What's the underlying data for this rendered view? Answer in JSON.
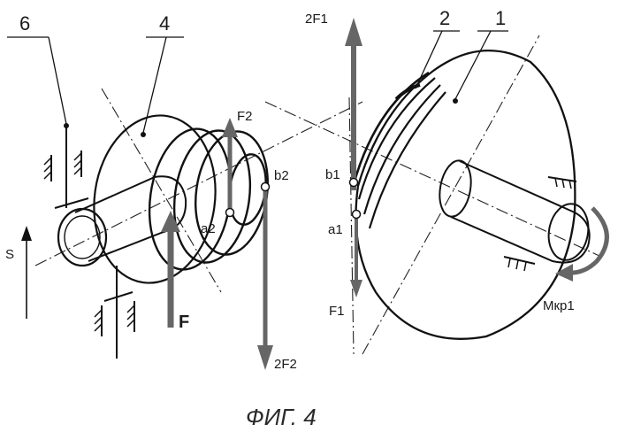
{
  "figure": {
    "caption": "ФИГ. 4",
    "labels": {
      "part1": "1",
      "part2": "2",
      "part4": "4",
      "part6": "6",
      "force_2F1": "2F1",
      "force_F1": "F1",
      "force_F2": "F2",
      "force_2F2": "2F2",
      "force_F": "F",
      "shift_S": "S",
      "torque": "Мкр1",
      "point_a1": "a1",
      "point_b1": "b1",
      "point_a2": "a2",
      "point_b2": "b2"
    }
  }
}
